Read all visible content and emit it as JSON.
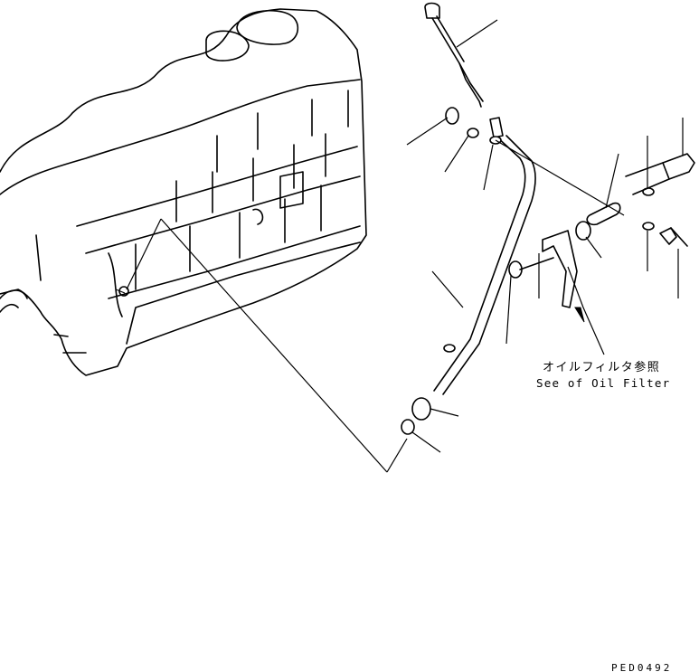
{
  "diagram": {
    "note_jp": "オイルフィルタ参照",
    "note_en": "See of Oil Filter",
    "drawing_code": "PED0492"
  }
}
